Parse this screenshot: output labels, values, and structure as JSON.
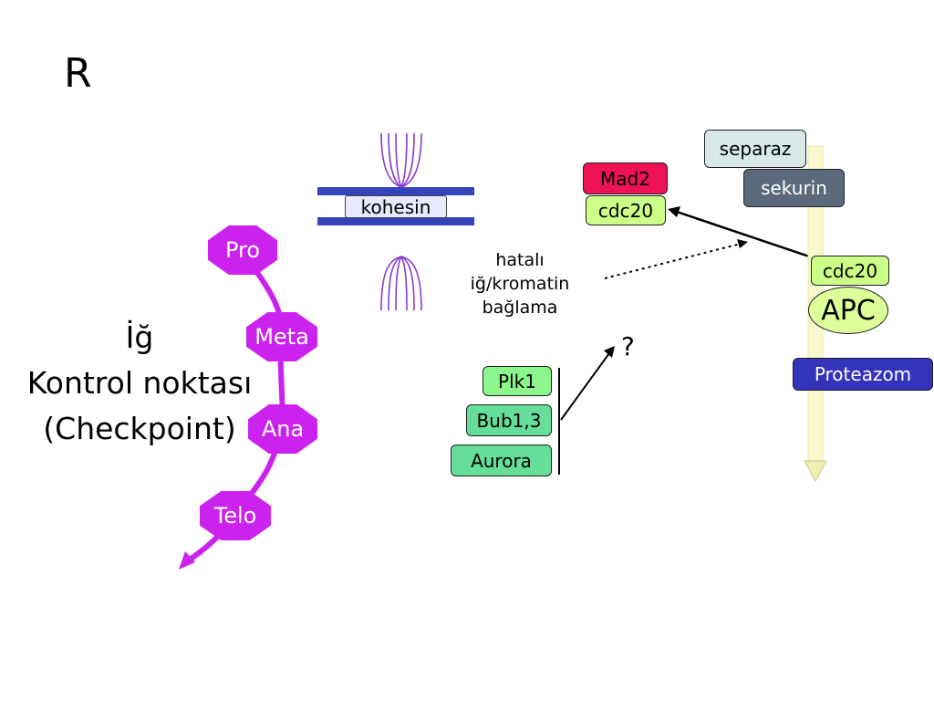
{
  "slide": {
    "letter": "R"
  },
  "phases": [
    "Pro",
    "Meta",
    "Ana",
    "Telo"
  ],
  "checkpoint": {
    "line1": "İğ",
    "line2": "Kontrol noktası",
    "line3": "(Checkpoint)"
  },
  "kinetochore": {
    "kohesin": "kohesin"
  },
  "defect_text": {
    "line1": "hatalı",
    "line2": "iğ/kromatin",
    "line3": "bağlama"
  },
  "kinases": [
    "Plk1",
    "Bub1,3",
    "Aurora"
  ],
  "question": "?",
  "mad2": "Mad2",
  "cdc20_left": "cdc20",
  "separaz": "separaz",
  "sekurin": "sekurin",
  "cdc20_right": "cdc20",
  "apc": "APC",
  "proteazom": "Proteazom",
  "colors": {
    "magenta": "#cc22ee",
    "lightgreen": "#8cf58c",
    "greenbox": "#66dd99",
    "mad2": "#ee1155",
    "cdc20": "#ccff88",
    "separaz": "#d8e8e8",
    "sekurin": "#5a6a7a",
    "apc": "#ddff99",
    "proteazom": "#3333bb",
    "kohesin_bar": "#3344bb"
  }
}
